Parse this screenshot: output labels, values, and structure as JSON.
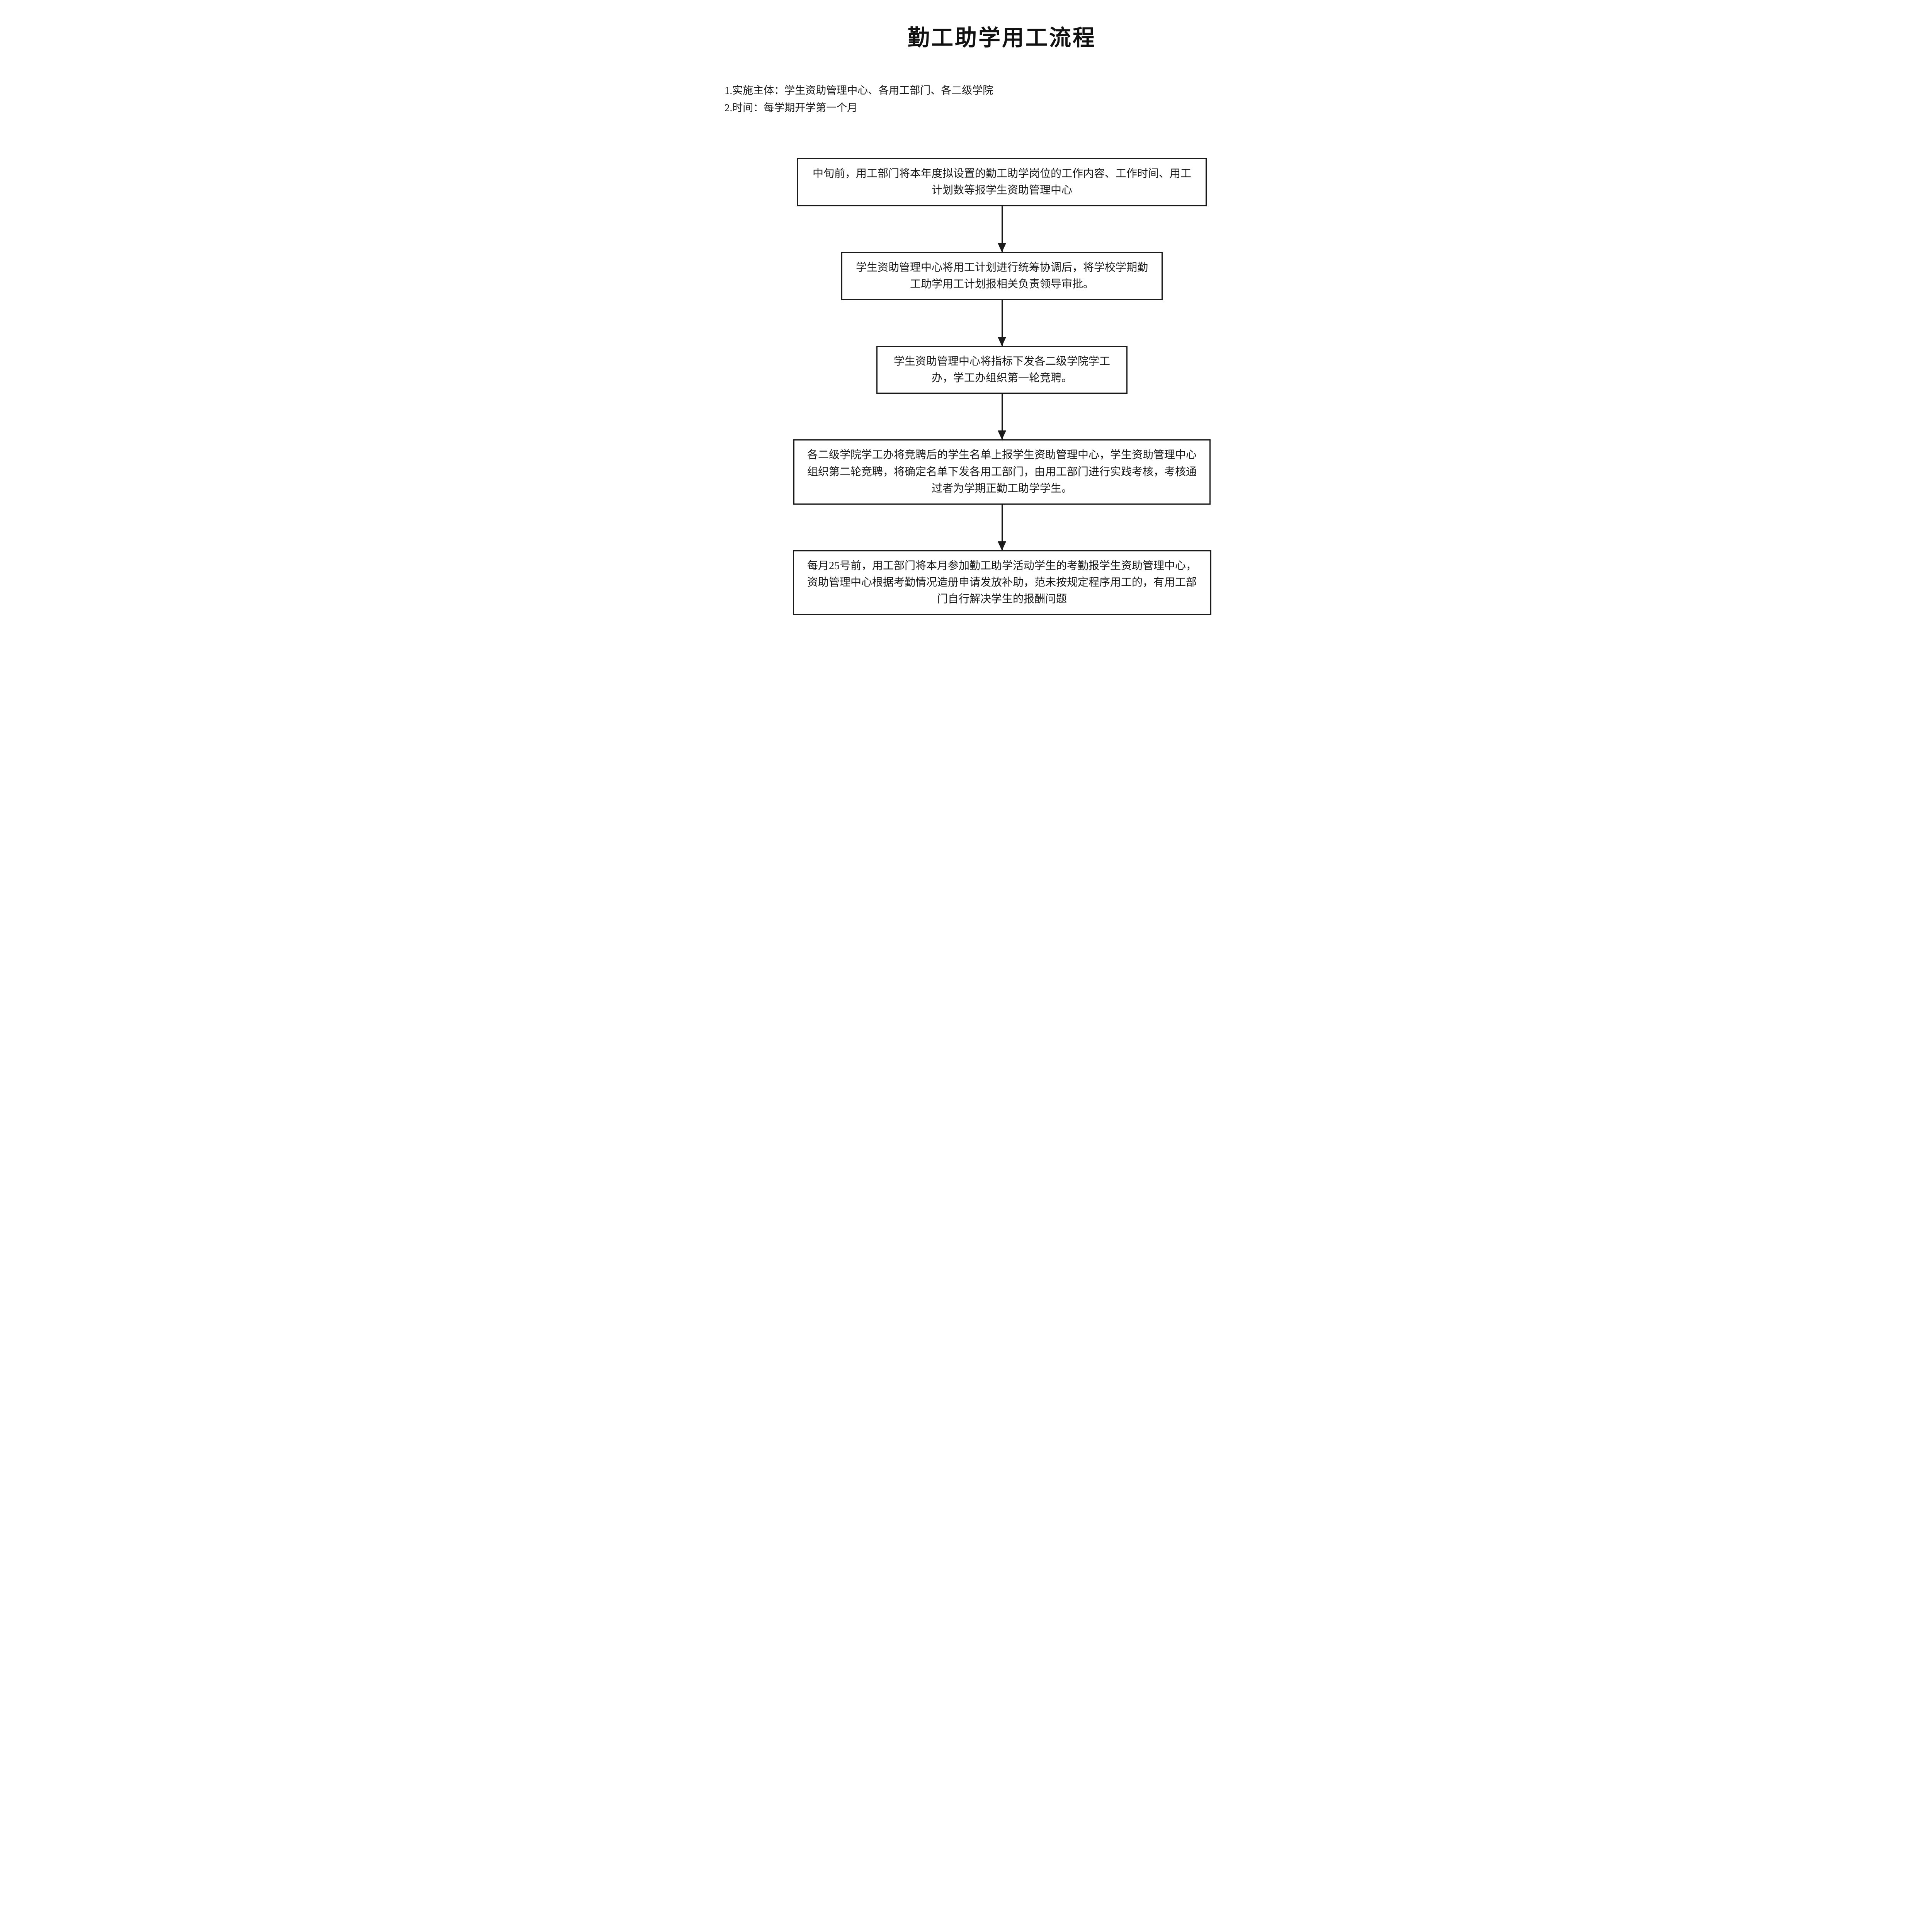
{
  "title": "勤工助学用工流程",
  "notes": [
    "1.实施主体：学生资助管理中心、各用工部门、各二级学院",
    "2.时间：每学期开学第一个月"
  ],
  "flow": {
    "steps": [
      {
        "text": "中旬前，用工部门将本年度拟设置的勤工助学岗位的工作内容、工作时间、用工计划数等报学生资助管理中心"
      },
      {
        "text": "学生资助管理中心将用工计划进行统筹协调后，将学校学期勤工助学用工计划报相关负责领导审批。"
      },
      {
        "text": "学生资助管理中心将指标下发各二级学院学工办，学工办组织第一轮竞聘。"
      },
      {
        "text": "各二级学院学工办将竞聘后的学生名单上报学生资助管理中心，学生资助管理中心组织第二轮竞聘，将确定名单下发各用工部门，由用工部门进行实践考核，考核通过者为学期正勤工助学学生。"
      },
      {
        "text": "每月25号前，用工部门将本月参加勤工助学活动学生的考勤报学生资助管理中心，资助管理中心根据考勤情况造册申请发放补助，范未按规定程序用工的，有用工部门自行解决学生的报酬问题"
      }
    ]
  },
  "colors": {
    "ink": "#1b1b1b",
    "background": "#ffffff"
  }
}
